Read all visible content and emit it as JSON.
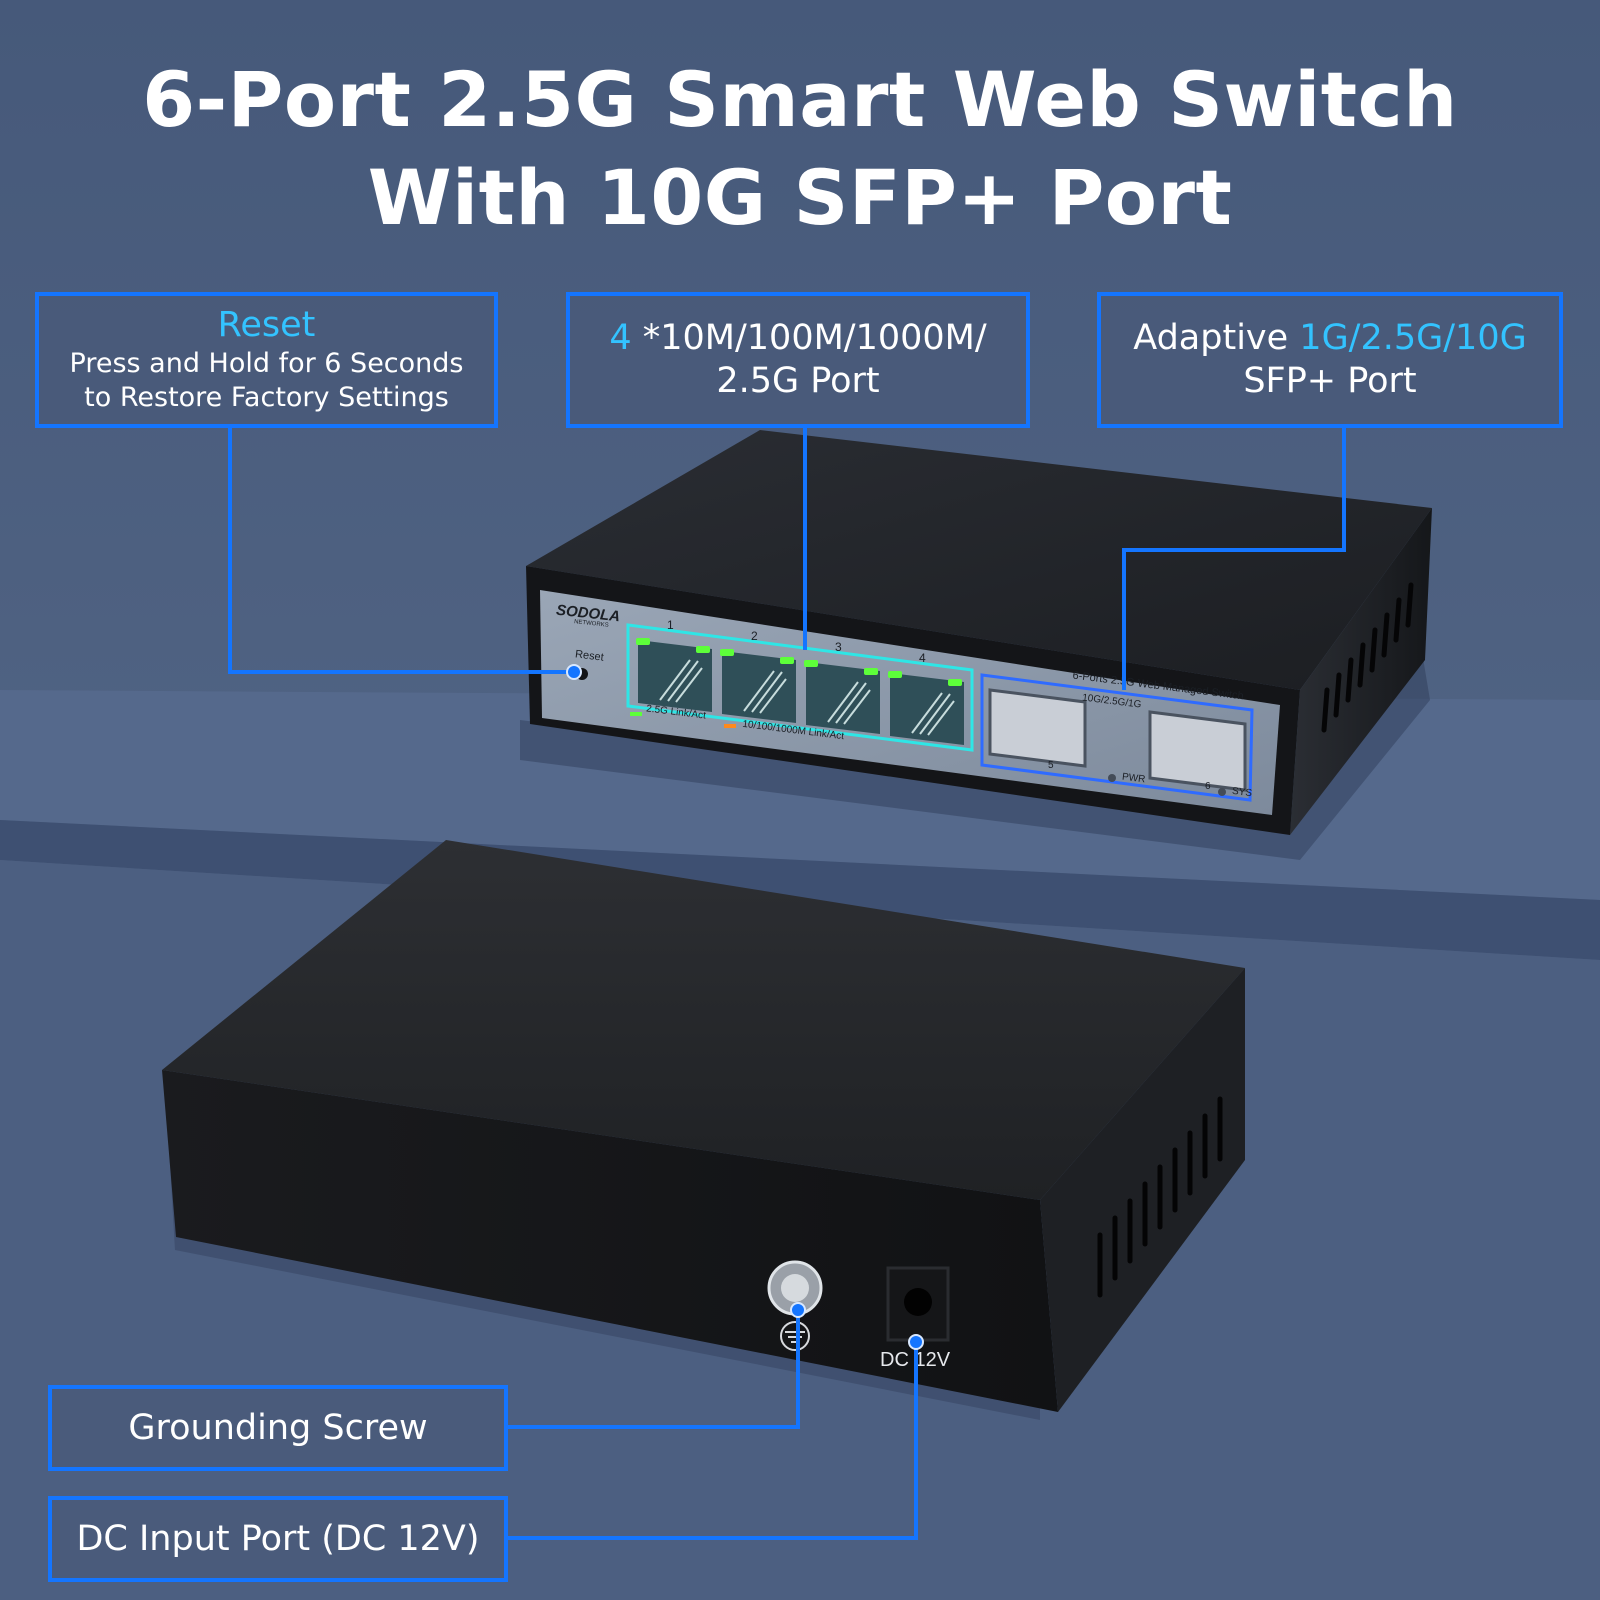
{
  "title": {
    "line1": "6-Port 2.5G Smart Web Switch",
    "line2": "With 10G SFP+ Port"
  },
  "callouts": {
    "reset": {
      "heading": "Reset",
      "line1": "Press and Hold for 6 Seconds",
      "line2": "to Restore Factory Settings"
    },
    "rj45": {
      "count": "4",
      "line1_rest": " *10M/100M/1000M/",
      "line2": "2.5G Port"
    },
    "sfp": {
      "prefix": "Adaptive ",
      "speeds": "1G/2.5G/10G",
      "line2": "SFP+ Port"
    },
    "grounding": {
      "label": "Grounding Screw"
    },
    "dc_input": {
      "label": "DC Input Port (DC 12V)"
    }
  },
  "device_front": {
    "brand": "SODOLA",
    "brand_sub": "NETWORKS",
    "reset_label": "Reset",
    "port_numbers": [
      "1",
      "2",
      "3",
      "4"
    ],
    "legend_25g": "2.5G Link/Act",
    "legend_1g": "10/100/1000M Link/Act",
    "model_text": "6-Ports 2.5G Web Managed Switch",
    "sfp_speed_text": "10G/2.5G/1G",
    "sfp_port_numbers": [
      "5",
      "6"
    ],
    "pwr_label": "PWR",
    "sys_label": "SYS"
  },
  "device_back": {
    "dc_label": "DC 12V"
  },
  "colors": {
    "callout_border": "#1475ff",
    "accent_text": "#33c3ff",
    "led_green": "#5dff3a",
    "led_orange": "#ff8a1c",
    "background": "#4f6282"
  }
}
